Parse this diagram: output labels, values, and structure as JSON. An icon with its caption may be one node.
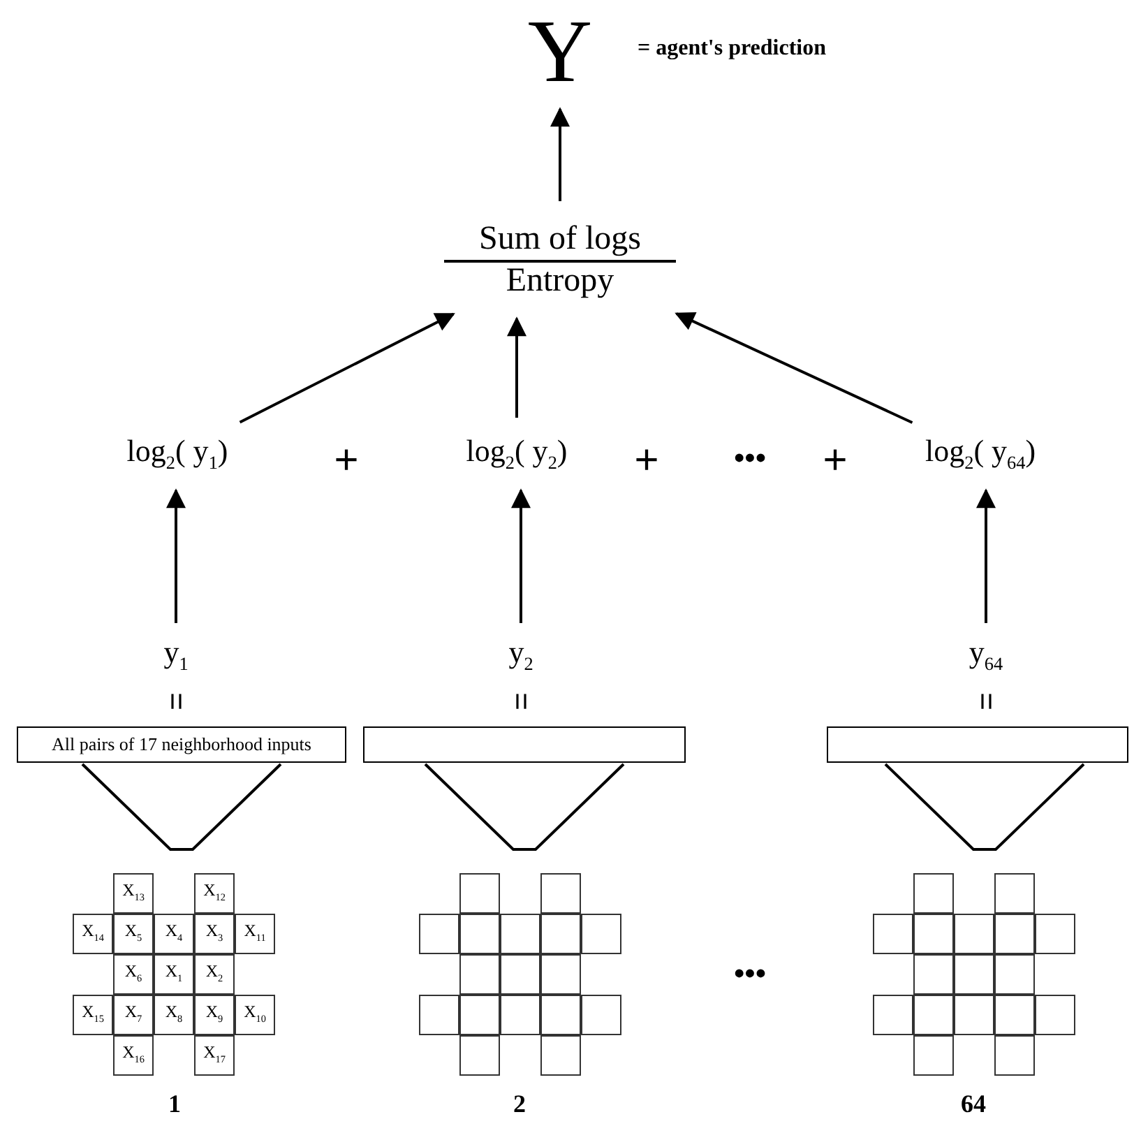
{
  "diagram": {
    "nodes": [
      {
        "text": [
          "Y"
        ],
        "beside": [
          "= agent's prediction"
        ]
      },
      {
        "text": [
          "Sum of logs",
          "Entropy"
        ]
      },
      {
        "text": [
          "log$_{2}$( y$_{1}$)"
        ]
      },
      {
        "text": [
          "log$_{2}$( y$_{2}$)"
        ]
      },
      {
        "text": [
          "log$_{2}$( y$_{64}$)"
        ]
      },
      {
        "text": [
          "y$_{1}$"
        ]
      },
      {
        "text": [
          "y$_{2}$"
        ]
      },
      {
        "text": [
          "y$_{64}$"
        ]
      },
      {
        "text": [
          "All pairs of 17 neighborhood inputs"
        ]
      },
      {
        "text": [],
        "shape": "box"
      },
      {
        "text": [],
        "shape": "box"
      },
      {
        "text": [
          "X$_{13}$"
        ]
      },
      {
        "text": [
          "X$_{12}$"
        ]
      },
      {
        "text": [
          "X$_{14}$"
        ]
      },
      {
        "text": [
          "X$_{5}$"
        ]
      },
      {
        "text": [
          "X$_{4}$"
        ]
      },
      {
        "text": [
          "X$_{3}$"
        ]
      },
      {
        "text": [
          "X$_{11}$"
        ]
      },
      {
        "text": [
          "X$_{6}$"
        ]
      },
      {
        "text": [
          "X$_{1}$"
        ]
      },
      {
        "text": [
          "X$_{2}$"
        ]
      },
      {
        "text": [
          "X$_{15}$"
        ]
      },
      {
        "text": [
          "X$_{7}$"
        ]
      },
      {
        "text": [
          "X$_{8}$"
        ]
      },
      {
        "text": [
          "X$_{9}$"
        ]
      },
      {
        "text": [
          "X$_{10}$"
        ]
      },
      {
        "text": [
          "X$_{16}$"
        ]
      },
      {
        "text": [
          "X$_{17}$"
        ]
      },
      {
        "text": [],
        "shape": "box"
      },
      {
        "text": [],
        "shape": "box"
      },
      {
        "text": [],
        "shape": "box"
      },
      {
        "text": [],
        "shape": "box"
      },
      {
        "text": [],
        "shape": "box"
      },
      {
        "text": [],
        "shape": "box"
      },
      {
        "text": [],
        "shape": "box"
      },
      {
        "text": [],
        "shape": "box"
      },
      {
        "text": [],
        "shape": "box"
      },
      {
        "text": [],
        "shape": "box"
      },
      {
        "text": [],
        "shape": "box"
      },
      {
        "text": [],
        "shape": "box"
      },
      {
        "text": [],
        "shape": "box"
      },
      {
        "text": [],
        "shape": "box"
      },
      {
        "text": [],
        "shape": "box"
      },
      {
        "text": [],
        "shape": "box"
      },
      {
        "text": [],
        "shape": "box"
      },
      {
        "text": [],
        "shape": "box"
      },
      {
        "text": [],
        "shape": "box"
      },
      {
        "text": [],
        "shape": "box"
      },
      {
        "text": [],
        "shape": "box"
      },
      {
        "text": [],
        "shape": "box"
      },
      {
        "text": [],
        "shape": "box"
      },
      {
        "text": [],
        "shape": "box"
      },
      {
        "text": [],
        "shape": "box"
      },
      {
        "text": [],
        "shape": "box"
      },
      {
        "text": [],
        "shape": "box"
      },
      {
        "text": [],
        "shape": "box"
      },
      {
        "text": [],
        "shape": "box"
      },
      {
        "text": [],
        "shape": "box"
      },
      {
        "text": [],
        "shape": "box"
      },
      {
        "text": [],
        "shape": "box"
      },
      {
        "text": [],
        "shape": "box"
      },
      {
        "text": [],
        "shape": "box"
      }
    ],
    "edges": [
      {
        "from": 1,
        "to": 0,
        "arrow": "to"
      },
      {
        "from": 2,
        "to": 1,
        "arrow": "to"
      },
      {
        "from": 3,
        "to": 1,
        "arrow": "to"
      },
      {
        "from": 4,
        "to": 1,
        "arrow": "to"
      },
      {
        "from": 5,
        "to": 2,
        "arrow": "to"
      },
      {
        "from": 6,
        "to": 3,
        "arrow": "to"
      },
      {
        "from": 7,
        "to": 4,
        "arrow": "to"
      }
    ],
    "labels": [
      "+",
      "+",
      "•••",
      "+",
      "=",
      "=",
      "=",
      "•••",
      "1",
      "2",
      "64"
    ]
  }
}
